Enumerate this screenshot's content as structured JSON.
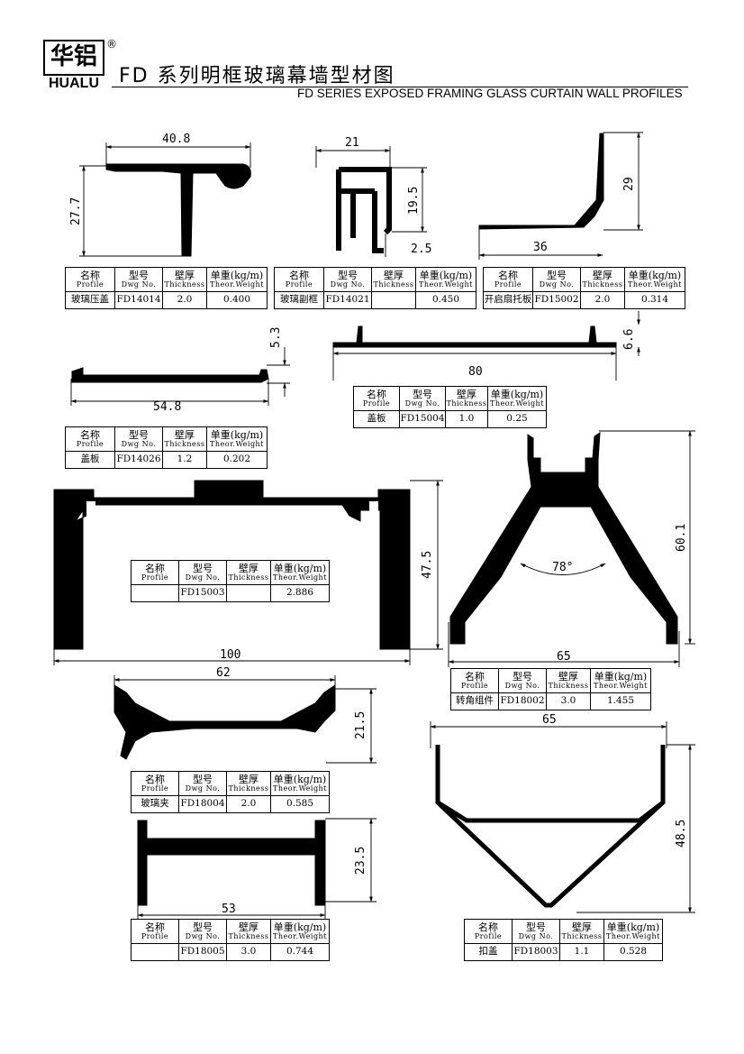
{
  "header": {
    "logo_cn": "华铝",
    "logo_en": "HUALU",
    "registered": "®",
    "title_cn": "FD 系列明框玻璃幕墙型材图",
    "title_en": "FD SERIES EXPOSED FRAMING GLASS CURTAIN WALL PROFILES"
  },
  "table_headers": {
    "profile_cn": "名称",
    "profile_en": "Profile",
    "dwg_cn": "型号",
    "dwg_en": "Dwg No.",
    "thk_cn": "壁厚",
    "thk_en": "Thickness",
    "wt_cn": "单重(kg/m)",
    "wt_en": "Theor.Weight"
  },
  "profiles": [
    {
      "name": "玻璃压盖",
      "dwg": "FD14014",
      "thickness": "2.0",
      "weight": "0.400",
      "dims": [
        "40.8",
        "27.7"
      ]
    },
    {
      "name": "玻璃副框",
      "dwg": "FD14021",
      "thickness": "",
      "weight": "0.450",
      "dims": [
        "21",
        "19.5",
        "2.5"
      ]
    },
    {
      "name": "开启扇托板",
      "dwg": "FD15002",
      "thickness": "2.0",
      "weight": "0.314",
      "dims": [
        "36",
        "29"
      ]
    },
    {
      "name": "盖板",
      "dwg": "FD14026",
      "thickness": "1.2",
      "weight": "0.202",
      "dims": [
        "54.8",
        "5.3"
      ]
    },
    {
      "name": "盖板",
      "dwg": "FD15004",
      "thickness": "1.0",
      "weight": "0.25",
      "dims": [
        "80",
        "6.6"
      ]
    },
    {
      "name": "",
      "dwg": "FD15003",
      "thickness": "",
      "weight": "2.886",
      "dims": [
        "100",
        "47.5"
      ]
    },
    {
      "name": "转角组件",
      "dwg": "FD18002",
      "thickness": "3.0",
      "weight": "1.455",
      "dims": [
        "65",
        "60.1",
        "78°"
      ]
    },
    {
      "name": "玻璃夹",
      "dwg": "FD18004",
      "thickness": "2.0",
      "weight": "0.585",
      "dims": [
        "62",
        "21.5"
      ]
    },
    {
      "name": "",
      "dwg": "FD18005",
      "thickness": "3.0",
      "weight": "0.744",
      "dims": [
        "53",
        "23.5"
      ]
    },
    {
      "name": "扣盖",
      "dwg": "FD18003",
      "thickness": "1.1",
      "weight": "0.528",
      "dims": [
        "65",
        "48.5"
      ]
    }
  ]
}
